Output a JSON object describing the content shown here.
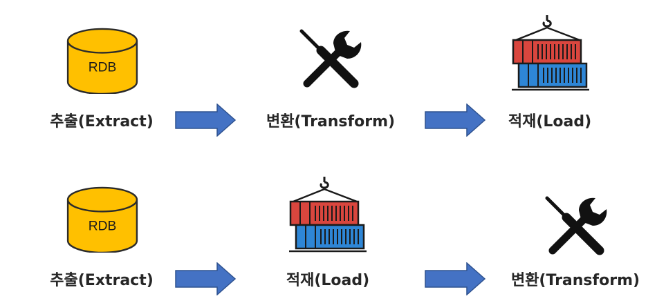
{
  "row1": {
    "db_label": "RDB",
    "step1": "추출(Extract)",
    "step2": "변환(Transform)",
    "step3": "적재(Load)"
  },
  "row2": {
    "db_label": "RDB",
    "step1": "추출(Extract)",
    "step2": "적재(Load)",
    "step3": "변환(Transform)"
  },
  "colors": {
    "database": "#ffc000",
    "database_outline": "#2b2b2b",
    "arrow": "#4472c4",
    "container_red": "#d9463e",
    "container_blue": "#2e86d6"
  }
}
